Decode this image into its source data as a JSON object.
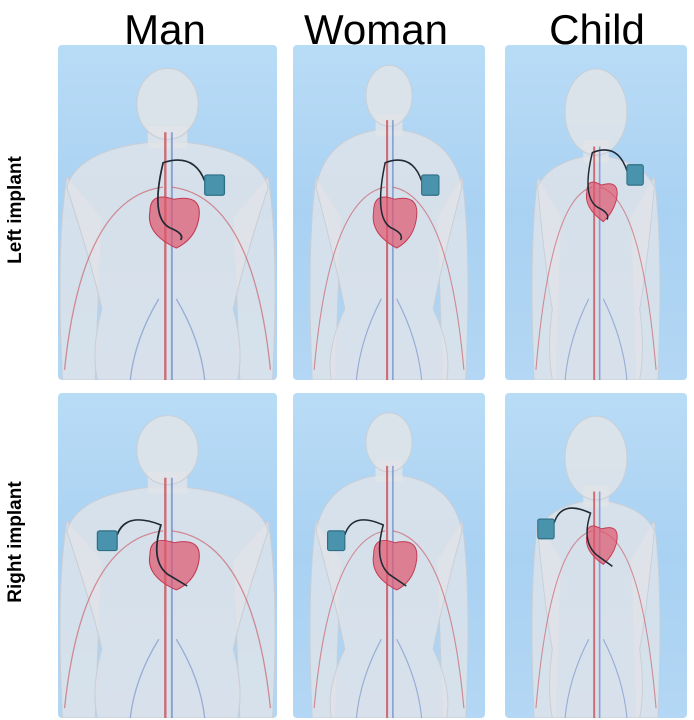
{
  "columns": [
    "Man",
    "Woman",
    "Child"
  ],
  "rows": [
    "Left implant",
    "Right implant"
  ],
  "colors": {
    "panel_bg": "#b3d7f4",
    "body": "#e1e4e8",
    "heart": "#e0566e",
    "implant": "#4a93ad",
    "lead": "#1f2a33",
    "artery": "#c8505a",
    "vein": "#6c88c8"
  },
  "panels": [
    {
      "subject": "Man",
      "implant_side": "left",
      "icon": "pacemaker-icon"
    },
    {
      "subject": "Woman",
      "implant_side": "left",
      "icon": "pacemaker-icon"
    },
    {
      "subject": "Child",
      "implant_side": "left",
      "icon": "pacemaker-icon"
    },
    {
      "subject": "Man",
      "implant_side": "right",
      "icon": "pacemaker-icon"
    },
    {
      "subject": "Woman",
      "implant_side": "right",
      "icon": "pacemaker-icon"
    },
    {
      "subject": "Child",
      "implant_side": "right",
      "icon": "pacemaker-icon"
    }
  ]
}
